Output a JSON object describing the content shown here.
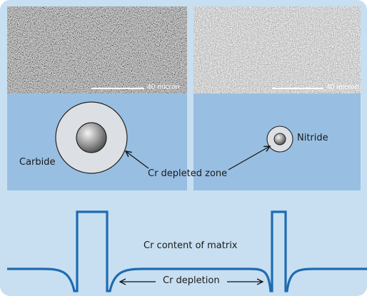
{
  "micrographs": {
    "left": {
      "scale_text": "40 micron"
    },
    "right": {
      "scale_text": "40 micron"
    }
  },
  "labels": {
    "carbide": "Carbide",
    "nitride": "Nitride",
    "cr_depleted_zone": "Cr depleted zone",
    "cr_content_of_matrix": "Cr content of matrix",
    "cr_depletion": "Cr depletion"
  },
  "colors": {
    "panel_light": "#c7dff1",
    "panel_mid": "#98bfe2",
    "curve": "#1f6bb0",
    "depletion_zone": "#dde0e5"
  }
}
